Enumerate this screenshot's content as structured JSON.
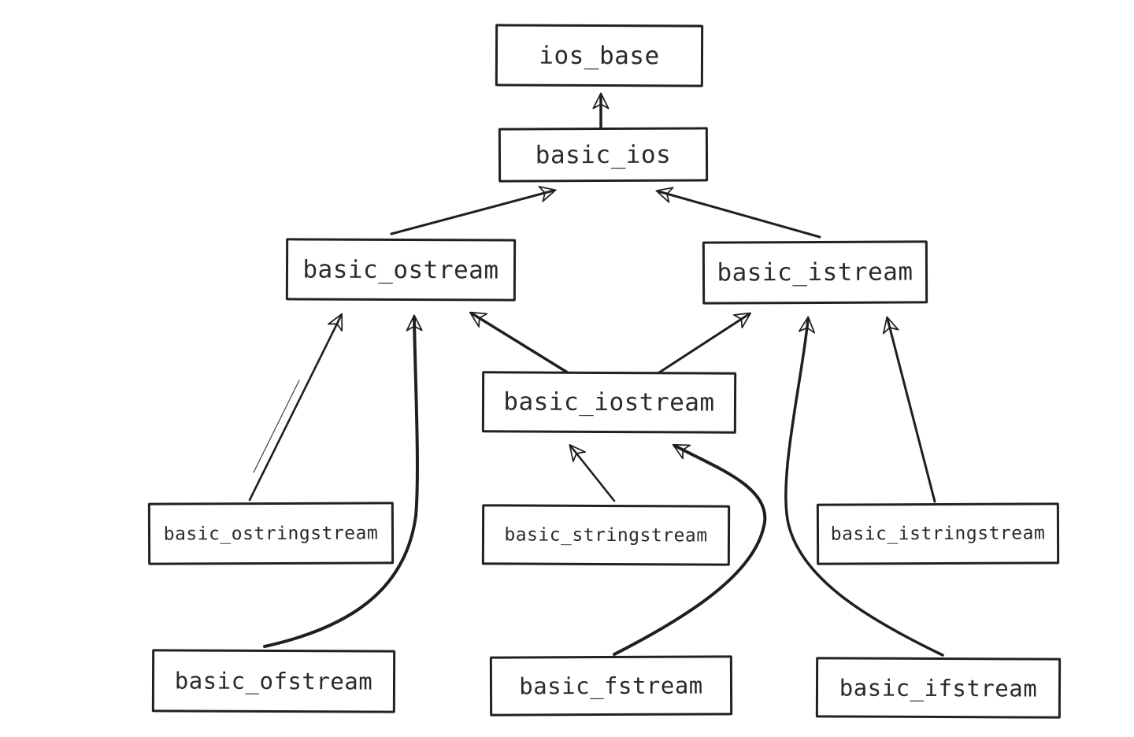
{
  "diagram": {
    "background_color": "#ffffff",
    "ink_color": "#1f1f1f",
    "nodes": [
      {
        "id": "ios_base",
        "label": "ios_base"
      },
      {
        "id": "basic_ios",
        "label": "basic_ios"
      },
      {
        "id": "basic_ostream",
        "label": "basic_ostream"
      },
      {
        "id": "basic_istream",
        "label": "basic_istream"
      },
      {
        "id": "basic_iostream",
        "label": "basic_iostream"
      },
      {
        "id": "basic_ostringstream",
        "label": "basic_ostringstream"
      },
      {
        "id": "basic_stringstream",
        "label": "basic_stringstream"
      },
      {
        "id": "basic_istringstream",
        "label": "basic_istringstream"
      },
      {
        "id": "basic_ofstream",
        "label": "basic_ofstream"
      },
      {
        "id": "basic_fstream",
        "label": "basic_fstream"
      },
      {
        "id": "basic_ifstream",
        "label": "basic_ifstream"
      }
    ],
    "edges": [
      {
        "from": "basic_ios",
        "to": "ios_base"
      },
      {
        "from": "basic_ostream",
        "to": "basic_ios"
      },
      {
        "from": "basic_istream",
        "to": "basic_ios"
      },
      {
        "from": "basic_ostringstream",
        "to": "basic_ostream"
      },
      {
        "from": "basic_ofstream",
        "to": "basic_ostream"
      },
      {
        "from": "basic_iostream",
        "to": "basic_ostream"
      },
      {
        "from": "basic_iostream",
        "to": "basic_istream"
      },
      {
        "from": "basic_stringstream",
        "to": "basic_iostream"
      },
      {
        "from": "basic_fstream",
        "to": "basic_iostream"
      },
      {
        "from": "basic_istringstream",
        "to": "basic_istream"
      },
      {
        "from": "basic_ifstream",
        "to": "basic_istream"
      }
    ]
  }
}
